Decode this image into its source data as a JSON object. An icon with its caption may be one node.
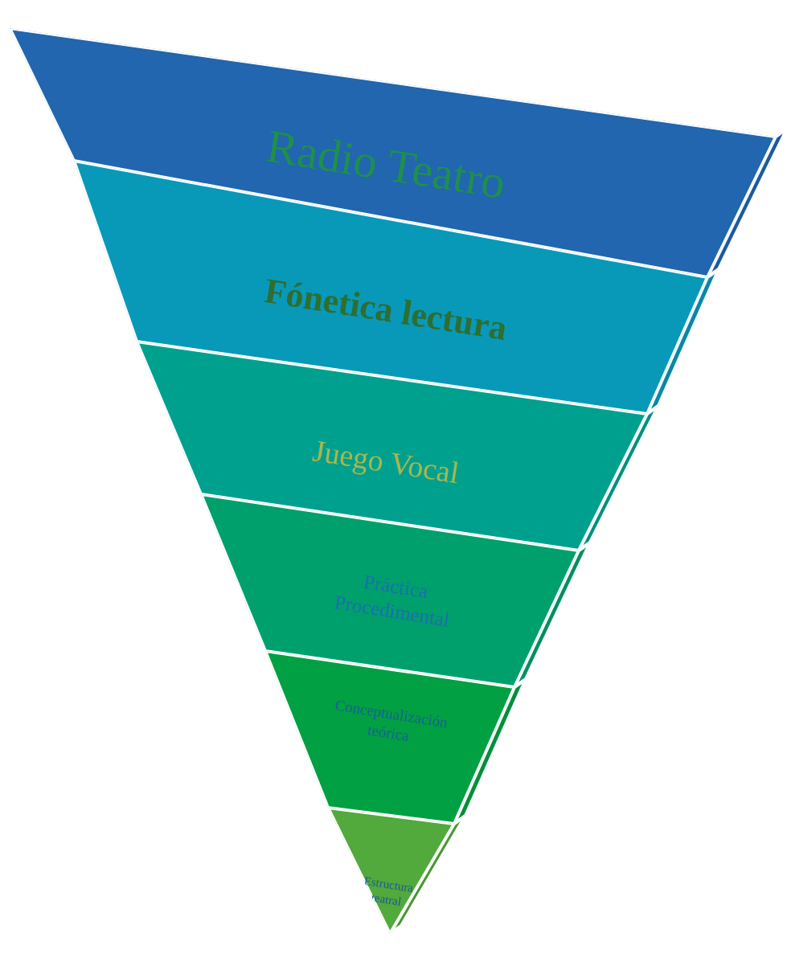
{
  "diagram": {
    "nodes": [
      {
        "text": [
          "Radio Teatro"
        ]
      },
      {
        "text": [
          "Fónetica lectura"
        ]
      },
      {
        "text": [
          "Juego Vocal"
        ]
      },
      {
        "text": [
          "Práctica Procedimental"
        ]
      },
      {
        "text": [
          "Conceptualización teórica"
        ]
      },
      {
        "text": [
          "Estructura teatral"
        ]
      }
    ]
  }
}
